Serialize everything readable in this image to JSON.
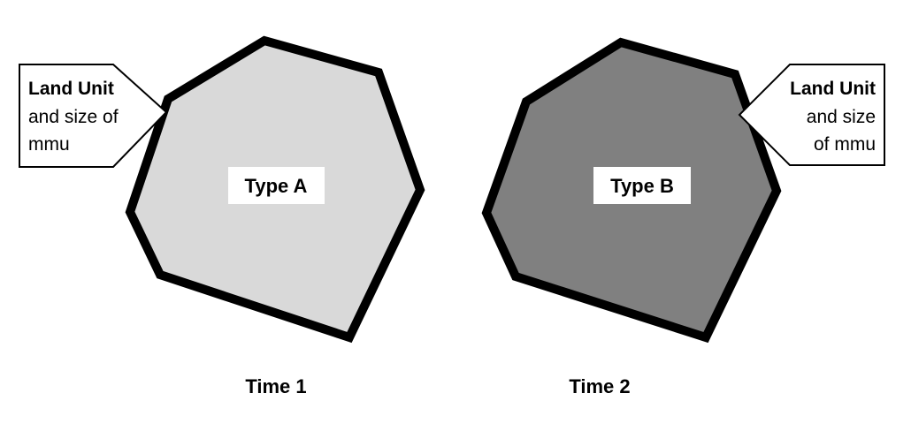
{
  "time1": {
    "label": "Time 1",
    "type_label": "Type A",
    "fill_color": "#d9d9d9",
    "callout": {
      "title": "Land Unit",
      "line2": "and size of",
      "line3": "mmu"
    }
  },
  "time2": {
    "label": "Time 2",
    "type_label": "Type B",
    "fill_color": "#808080",
    "callout": {
      "title": "Land Unit",
      "line2": "and size",
      "line3": "of mmu"
    }
  },
  "colors": {
    "outline": "#000000",
    "background": "#ffffff"
  }
}
